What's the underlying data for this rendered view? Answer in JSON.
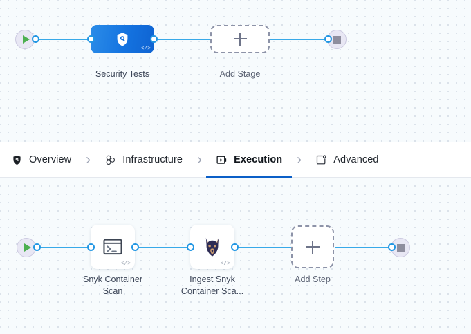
{
  "tabs": [
    {
      "label": "Overview",
      "icon": "shield-icon",
      "active": false
    },
    {
      "label": "Infrastructure",
      "icon": "nodes-cluster-icon",
      "active": false
    },
    {
      "label": "Execution",
      "icon": "play-box-icon",
      "active": true
    },
    {
      "label": "Advanced",
      "icon": "settings-box-icon",
      "active": false
    }
  ],
  "separator_icon": "chevron-right-icon",
  "stage_graph": {
    "start_icon": "play-circle-icon",
    "end_icon": "stop-circle-icon",
    "stage": {
      "label": "Security Tests",
      "icon": "shield-search-icon",
      "corner_badge": "</>"
    },
    "add_stage": {
      "label": "Add Stage",
      "icon": "plus-icon"
    }
  },
  "step_graph": {
    "start_icon": "play-circle-icon",
    "end_icon": "stop-circle-icon",
    "steps": [
      {
        "label": "Snyk Container\nScan",
        "icon": "terminal-icon",
        "corner_badge": "</>"
      },
      {
        "label": "Ingest Snyk\nContainer Sca...",
        "icon": "snyk-dog-icon",
        "corner_badge": "</>"
      }
    ],
    "add_step": {
      "label": "Add Step",
      "icon": "plus-icon"
    }
  },
  "colors": {
    "canvas_bg": "#f7fbfd",
    "grid_dot": "#d2d9e3",
    "edge": "#38a9e8",
    "port_ring": "#2196e3",
    "stage_blue": "#1473e0",
    "active_tab_underline": "#0b5fc7",
    "terminal_circle": "#e8e7f4",
    "start_play": "#4caf50",
    "stop_square": "#8e8e9e",
    "dashed_border": "#8d93a8",
    "label_text": "#3c4557"
  }
}
